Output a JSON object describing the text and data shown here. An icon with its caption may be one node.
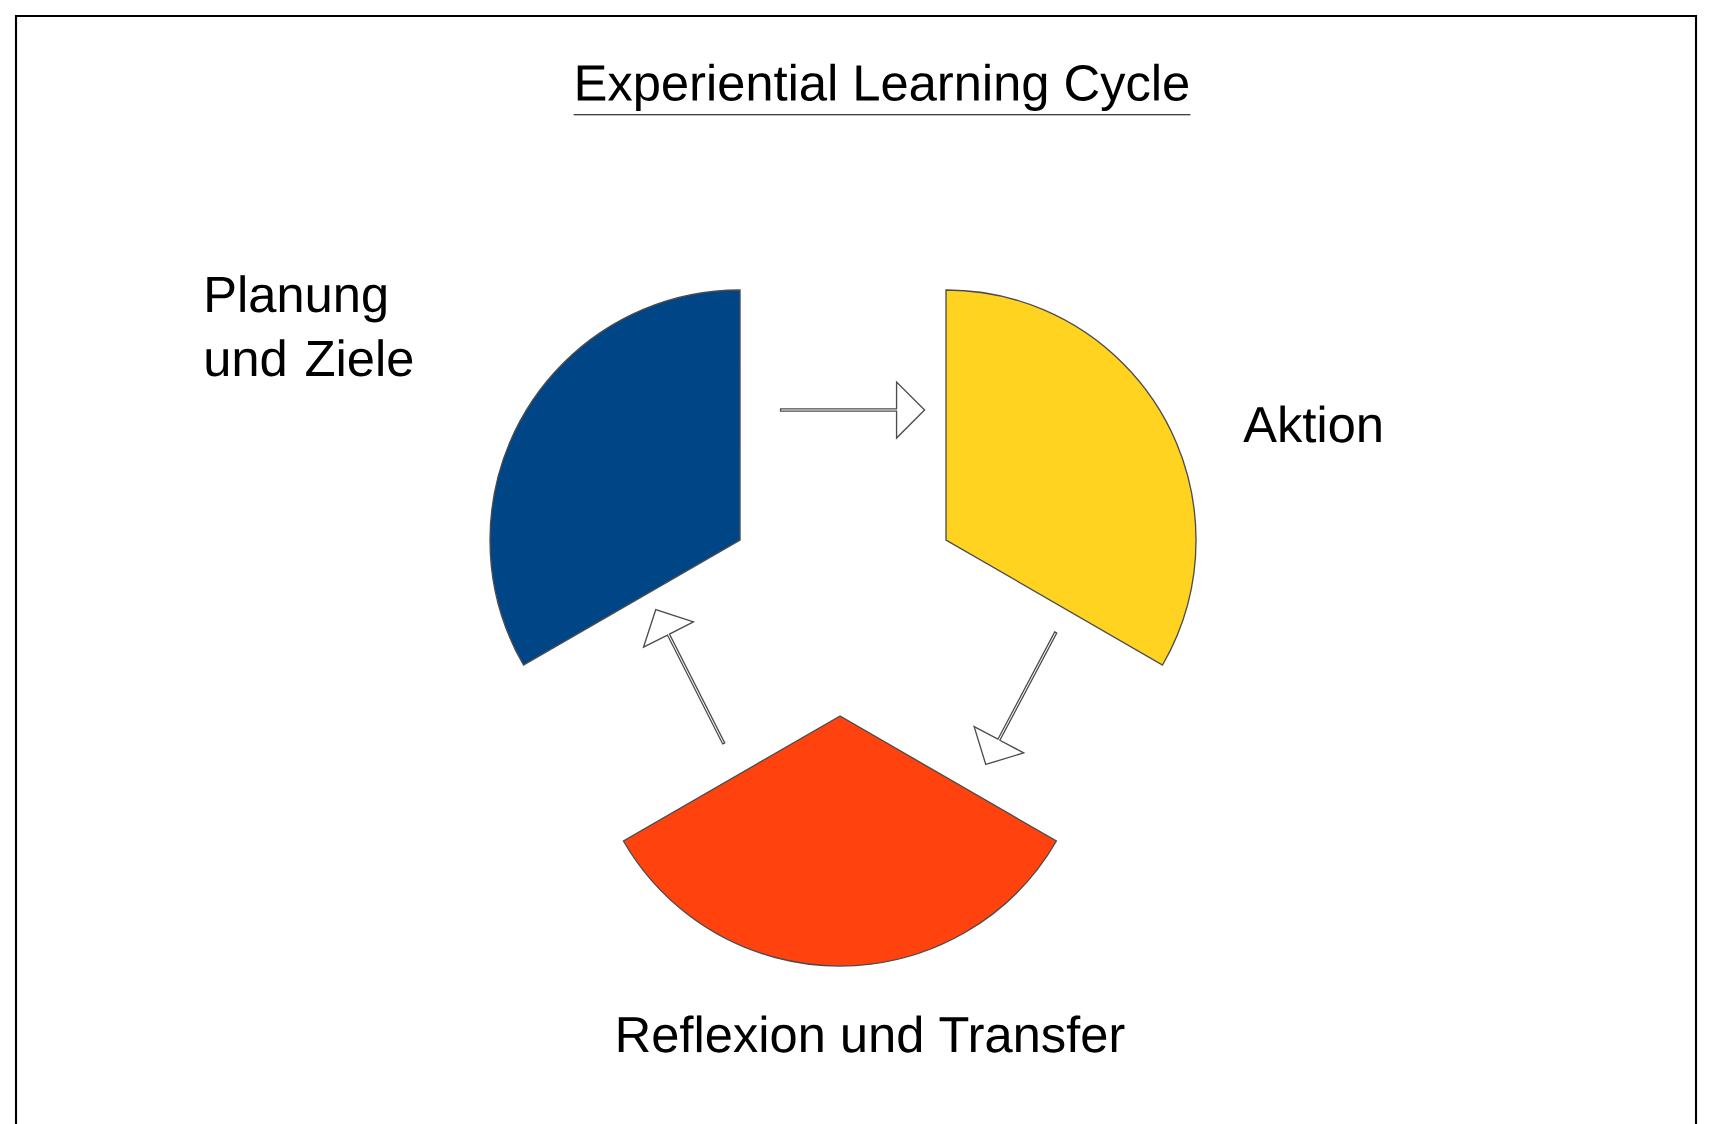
{
  "diagram": {
    "title": "Experiential Learning Cycle",
    "nodes": [
      {
        "text": [
          "Planung und Ziele"
        ]
      },
      {
        "text": [
          "Aktion"
        ]
      },
      {
        "text": [
          "Reflexion und Transfer"
        ]
      }
    ],
    "edges": [
      {
        "from": 0,
        "to": 1,
        "arrow": "to"
      },
      {
        "from": 1,
        "to": 2,
        "arrow": "to"
      },
      {
        "from": 2,
        "to": 0,
        "arrow": "to"
      }
    ]
  }
}
